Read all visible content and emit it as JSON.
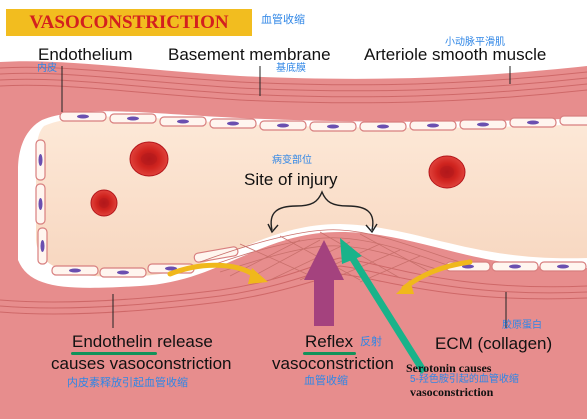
{
  "title": "VASOCONSTRICTION",
  "title_cn": "血管收缩",
  "labels": {
    "endothelium": "Endothelium",
    "endothelium_cn": "内皮",
    "basement_membrane": "Basement membrane",
    "basement_membrane_cn": "基底膜",
    "arteriole_smooth_muscle": "Arteriole smooth muscle",
    "arteriole_smooth_muscle_cn": "小动脉平滑肌",
    "site_of_injury_cn": "病变部位",
    "site_of_injury": "Site of injury",
    "endothelin_word": "Endothelin",
    "endothelin_rest": " release",
    "endothelin_line2": "causes vasoconstriction",
    "endothelin_cn": "内皮素释放引起血管收缩",
    "reflex_word": "Reflex",
    "reflex_cn": "反射",
    "reflex_line2": "vasoconstriction",
    "reflex_line2_cn": "血管收缩",
    "ecm": "ECM (collagen)",
    "ecm_cn": "胶原蛋白",
    "serotonin_line1": "Serotonin causes",
    "serotonin_line2": "vasoconstriction",
    "serotonin_cn": "5-羟色胺引起的血管收缩"
  },
  "colors": {
    "title_bg": "#f2bd1f",
    "title_text": "#d3201f",
    "chinese_text": "#2f86e6",
    "vessel_wall": "#e58c8c",
    "lumen": "#fbe3d0",
    "rbc": "#c8201f",
    "endothelin_arrow": "#f0b81b",
    "reflex_arrow": "#a4427e",
    "serotonin_arrow": "#19b38a",
    "underline": "#12925a"
  }
}
